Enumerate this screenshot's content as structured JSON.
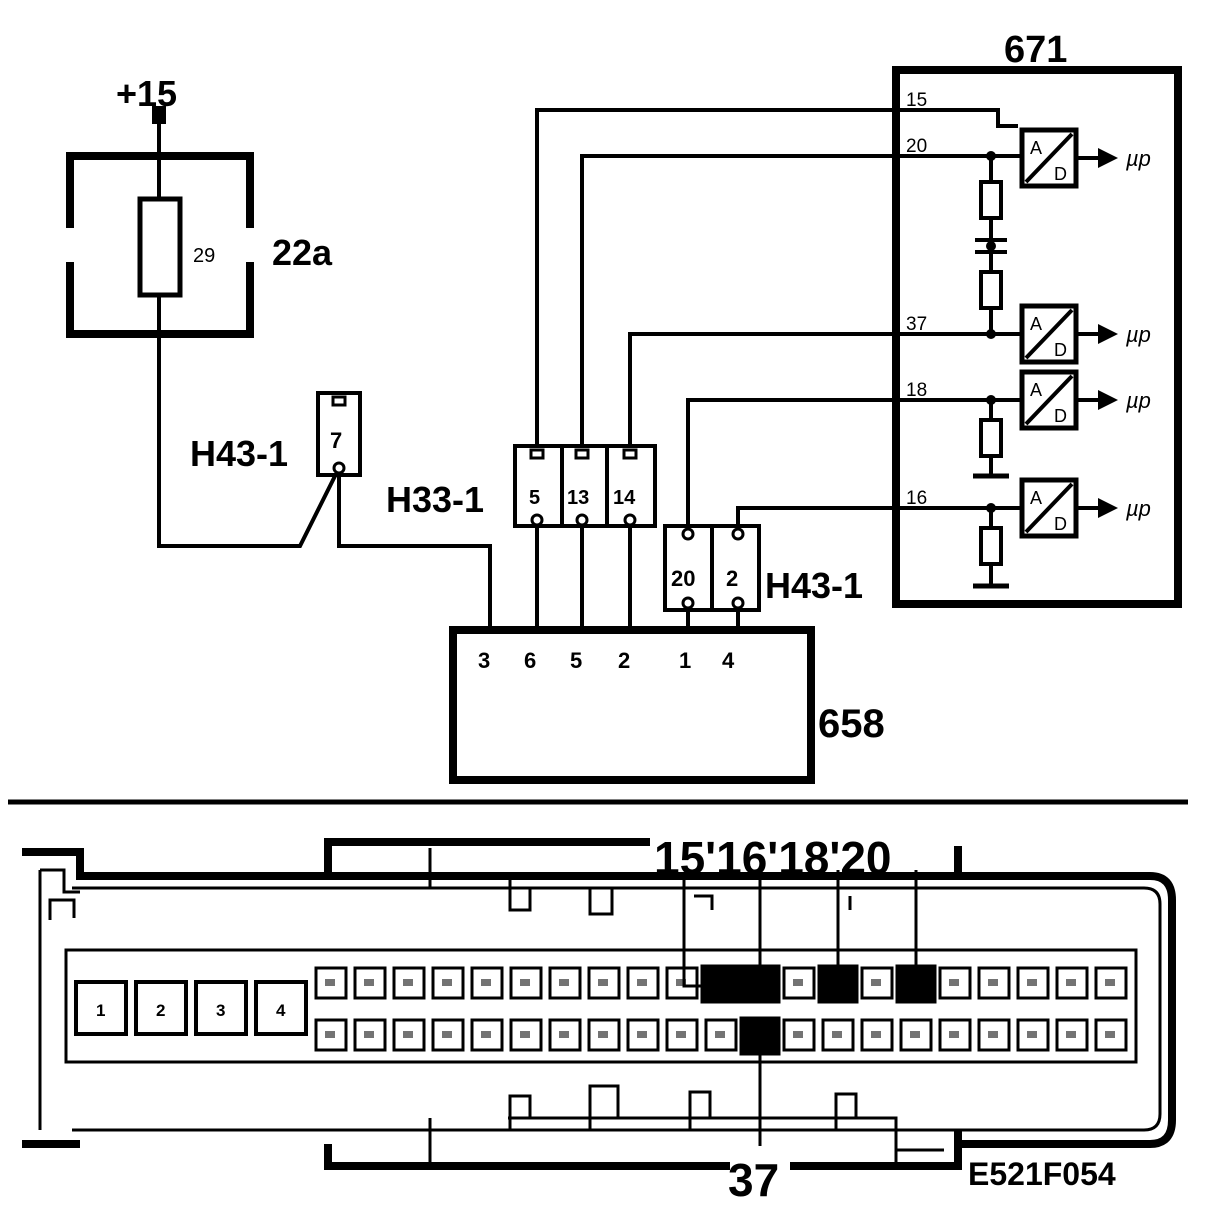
{
  "supply": {
    "label": "+15"
  },
  "fuse_box": {
    "id": "22a",
    "fuse": "29"
  },
  "connector_7": {
    "name": "H43-1",
    "pin": "7"
  },
  "connector_h33": {
    "name": "H33-1",
    "pins": [
      "5",
      "13",
      "14"
    ]
  },
  "connector_h43b": {
    "name": "H43-1",
    "pins": [
      "20",
      "2"
    ]
  },
  "module_658": {
    "id": "658",
    "pins": [
      "3",
      "6",
      "5",
      "2",
      "1",
      "4"
    ]
  },
  "module_671": {
    "id": "671",
    "terminals": [
      "15",
      "20",
      "37",
      "18",
      "16"
    ],
    "adc": {
      "top": "A",
      "bottom": "D"
    },
    "output": "µp"
  },
  "plug": {
    "header": "15'16'18'20",
    "bottom": "37",
    "big_pins": [
      "1",
      "2",
      "3",
      "4"
    ]
  },
  "figure_code": "E521F054"
}
